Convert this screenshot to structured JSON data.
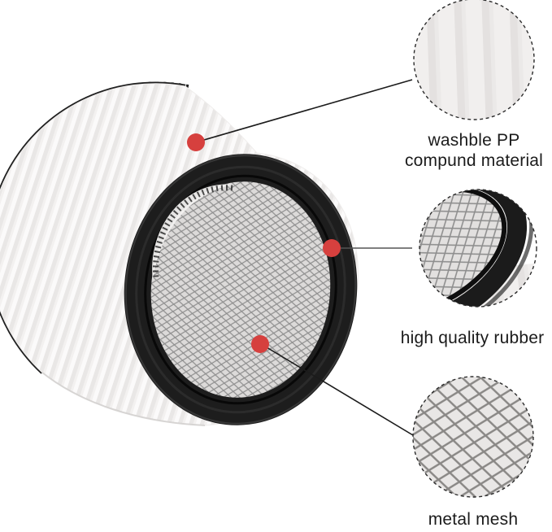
{
  "image_type": "annotated product photo of a wet/dry vacuum cartridge filter",
  "background_color": "#ffffff",
  "annotation_style": {
    "marker_dot_color": "#d6403e",
    "leader_line_color": "#1b1b1b",
    "zoom_circle_border": "dashed #2b2b2b",
    "text_color": "#1b1b1b"
  },
  "product_colors": {
    "rubber_ring": "#1d1d1d",
    "pleat_material": "#f4f2f1",
    "metal_mesh": "#dcdad9"
  },
  "callouts": [
    {
      "id": "pleat-material",
      "label_line1": "washble PP",
      "label_line2": "compund material",
      "zoom_view": "close-up of pleated filter material (vertical stripes)"
    },
    {
      "id": "rubber-seal",
      "label": "high quality rubber",
      "zoom_view": "close-up of black rubber ring edge with wire mesh"
    },
    {
      "id": "metal-mesh",
      "label": "metal mesh",
      "zoom_view": "close-up of diamond metal mesh"
    }
  ]
}
